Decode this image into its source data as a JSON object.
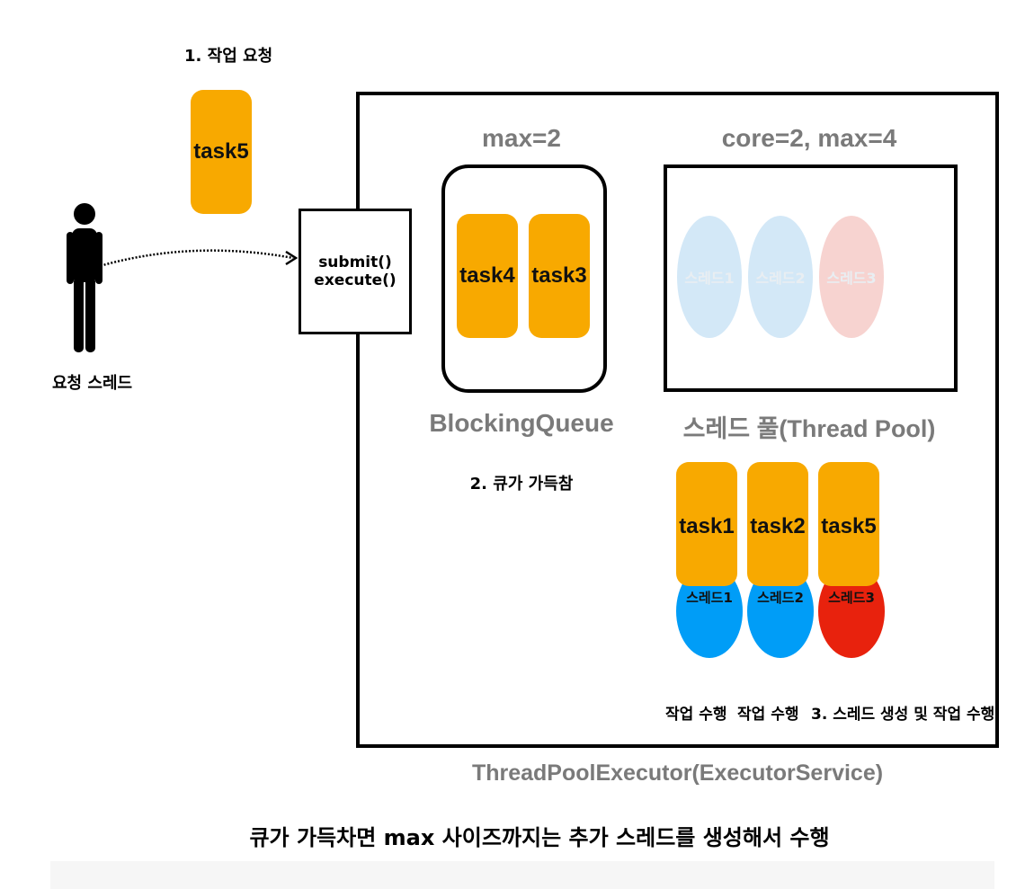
{
  "request_label": "1. 작업 요청",
  "requester_label": "요청 스레드",
  "incoming_task": "task5",
  "submit_box": {
    "line1": "submit()",
    "line2": "execute()"
  },
  "queue": {
    "max_label": "max=2",
    "tasks": [
      "task4",
      "task3"
    ],
    "name": "BlockingQueue",
    "status": "2. 큐가 가득참"
  },
  "pool": {
    "limit_label": "core=2, max=4",
    "ghost_threads": [
      "스레드1",
      "스레드2",
      "스레드3"
    ],
    "name": "스레드 풀(Thread Pool)"
  },
  "running": [
    {
      "task": "task1",
      "thread": "스레드1",
      "action": "작업 수행",
      "thread_color": "#009df7"
    },
    {
      "task": "task2",
      "thread": "스레드2",
      "action": "작업 수행",
      "thread_color": "#009df7"
    },
    {
      "task": "task5",
      "thread": "스레드3",
      "action": "3. 스레드 생성 및 작업 수행",
      "thread_color": "#e8220d"
    }
  ],
  "executor_name": "ThreadPoolExecutor(ExecutorService)",
  "caption": "큐가 가득차면 max 사이즈까지는 추가 스레드를 생성해서 수행",
  "colors": {
    "task": "#f8a900",
    "ghost_blue": "#d3e8f7",
    "ghost_red": "#f7d3d0"
  }
}
